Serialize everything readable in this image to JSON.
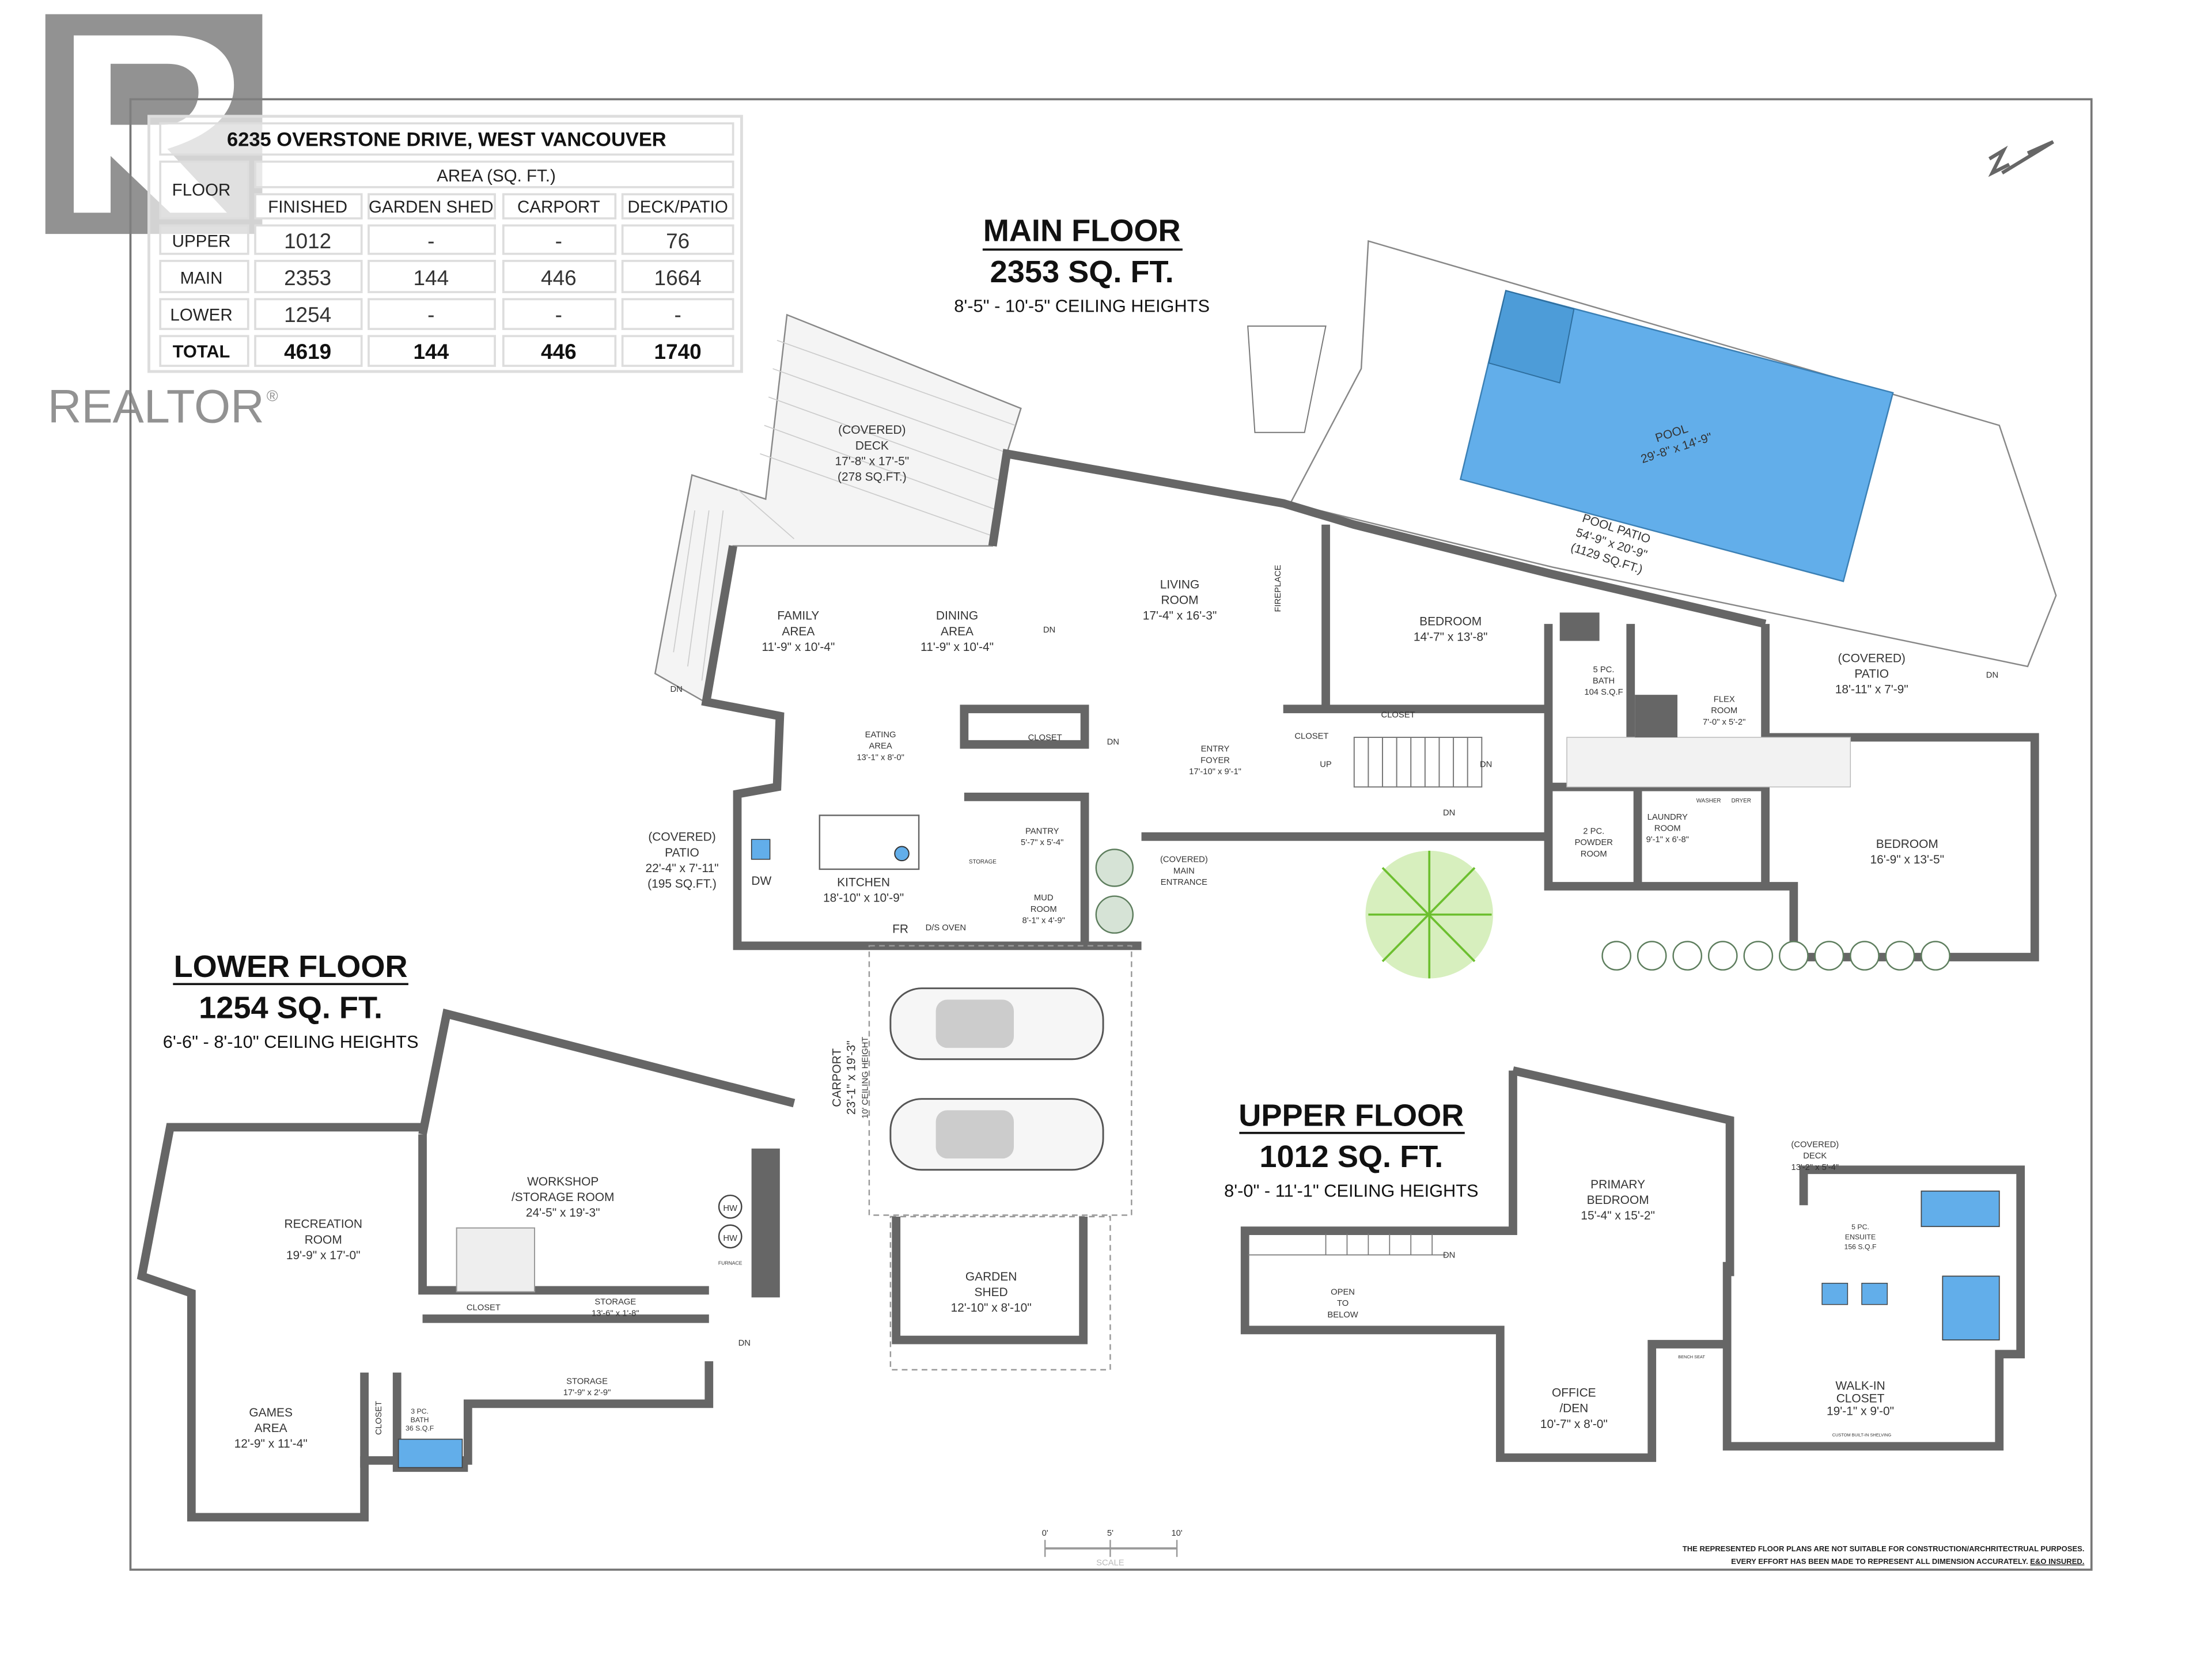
{
  "watermark": {
    "brand": "REALTOR",
    "color": "#7f7f7f"
  },
  "area_table": {
    "address": "6235 OVERSTONE DRIVE, WEST VANCOUVER",
    "area_header": "AREA (SQ. FT.)",
    "floor_header": "FLOOR",
    "columns": [
      "FINISHED",
      "GARDEN SHED",
      "CARPORT",
      "DECK/PATIO"
    ],
    "rows": [
      {
        "floor": "UPPER",
        "values": [
          "1012",
          "-",
          "-",
          "76"
        ]
      },
      {
        "floor": "MAIN",
        "values": [
          "2353",
          "144",
          "446",
          "1664"
        ]
      },
      {
        "floor": "LOWER",
        "values": [
          "1254",
          "-",
          "-",
          "-"
        ]
      },
      {
        "floor": "TOTAL",
        "values": [
          "4619",
          "144",
          "446",
          "1740"
        ]
      }
    ]
  },
  "main_floor": {
    "title": "MAIN FLOOR",
    "area": "2353 SQ. FT.",
    "ceiling": "8'-5\" - 10'-5\" CEILING HEIGHTS",
    "rooms": [
      {
        "name": "(COVERED)",
        "name2": "DECK",
        "dims": "17'-8\" x 17'-5\"",
        "extra": "(278 SQ.FT.)"
      },
      {
        "name": "FAMILY",
        "name2": "AREA",
        "dims": "11'-9\" x 10'-4\""
      },
      {
        "name": "DINING",
        "name2": "AREA",
        "dims": "11'-9\" x 10'-4\""
      },
      {
        "name": "LIVING",
        "name2": "ROOM",
        "dims": "17'-4\" x 16'-3\""
      },
      {
        "name": "BEDROOM",
        "dims": "14'-7\" x 13'-8\""
      },
      {
        "name": "POOL",
        "dims": "29'-8\" x 14'-9\""
      },
      {
        "name": "POOL PATIO",
        "dims": "54'-9\" x 20'-9\"",
        "extra": "(1129 SQ.FT.)"
      },
      {
        "name": "5 PC.",
        "name2": "BATH",
        "dims": "104 S.Q.F"
      },
      {
        "name": "FLEX",
        "name2": "ROOM",
        "dims": "7'-0\" x 5'-2\""
      },
      {
        "name": "(COVERED)",
        "name2": "PATIO",
        "dims": "18'-11\" x 7'-9\""
      },
      {
        "name": "EATING",
        "name2": "AREA",
        "dims": "13'-1\" x 8'-0\""
      },
      {
        "name": "ENTRY",
        "name2": "FOYER",
        "dims": "17'-10\" x 9'-1\""
      },
      {
        "name": "(COVERED)",
        "name2": "PATIO",
        "dims": "22'-4\" x 7'-11\"",
        "extra": "(195 SQ.FT.)"
      },
      {
        "name": "KITCHEN",
        "dims": "18'-10\" x 10'-9\""
      },
      {
        "name": "PANTRY",
        "dims": "5'-7\" x 5'-4\""
      },
      {
        "name": "MUD",
        "name2": "ROOM",
        "dims": "8'-1\" x 4'-9\""
      },
      {
        "name": "(COVERED)",
        "name2": "MAIN",
        "dims": "ENTRANCE"
      },
      {
        "name": "2 PC.",
        "name2": "POWDER",
        "dims": "ROOM"
      },
      {
        "name": "LAUNDRY",
        "name2": "ROOM",
        "dims": "9'-1\" x 6'-8\""
      },
      {
        "name": "BEDROOM",
        "dims": "16'-9\" x 13'-5\""
      },
      {
        "name": "CARPORT",
        "dims": "23'-1\" x 19'-3\"",
        "extra": "10' CEILING HEIGHT"
      },
      {
        "name": "GARDEN",
        "name2": "SHED",
        "dims": "12'-10\" x 8'-10\""
      }
    ],
    "fixtures": {
      "fireplace": "FIREPLACE",
      "closet": "CLOSET",
      "dn": "DN",
      "up": "UP",
      "fridge": "FR",
      "dishwasher": "DW",
      "oven": "D/S OVEN",
      "storage": "STORAGE",
      "washer": "WASHER",
      "dryer": "DRYER"
    }
  },
  "lower_floor": {
    "title": "LOWER FLOOR",
    "area": "1254 SQ. FT.",
    "ceiling": "6'-6\" - 8'-10\" CEILING HEIGHTS",
    "rooms": [
      {
        "name": "WORKSHOP",
        "name2": "/STORAGE ROOM",
        "dims": "24'-5\" x 19'-3\""
      },
      {
        "name": "RECREATION",
        "name2": "ROOM",
        "dims": "19'-9\" x 17'-0\""
      },
      {
        "name": "STORAGE",
        "dims": "13'-6\" x 1'-8\""
      },
      {
        "name": "STORAGE",
        "dims": "17'-9\" x 2'-9\""
      },
      {
        "name": "GAMES",
        "name2": "AREA",
        "dims": "12'-9\" x 11'-4\""
      },
      {
        "name": "3 PC.",
        "name2": "BATH",
        "dims": "36 S.Q.F"
      }
    ],
    "fixtures": {
      "hot_water": "HW",
      "furnace": "FURNACE",
      "closet": "CLOSET",
      "dn": "DN"
    }
  },
  "upper_floor": {
    "title": "UPPER FLOOR",
    "area": "1012 SQ. FT.",
    "ceiling": "8'-0\" - 11'-1\" CEILING HEIGHTS",
    "rooms": [
      {
        "name": "PRIMARY",
        "name2": "BEDROOM",
        "dims": "15'-4\" x 15'-2\""
      },
      {
        "name": "(COVERED)",
        "name2": "DECK",
        "dims": "13'-2\" x 5'-4\""
      },
      {
        "name": "5 PC.",
        "name2": "ENSUITE",
        "dims": "156 S.Q.F"
      },
      {
        "name": "OPEN",
        "name2": "TO",
        "dims": "BELOW"
      },
      {
        "name": "OFFICE",
        "name2": "/DEN",
        "dims": "10'-7\" x 8'-0\""
      },
      {
        "name": "WALK-IN",
        "name2": "CLOSET",
        "dims": "19'-1\" x 9'-0\""
      }
    ],
    "fixtures": {
      "dn": "DN",
      "shelving": "CUSTOM BUILT-IN SHELVING",
      "bench": "BENCH SEAT"
    }
  },
  "scale_bar": {
    "ticks": [
      "0'",
      "5'",
      "10'"
    ],
    "label": "SCALE"
  },
  "disclaimer": {
    "line1": "THE REPRESENTED FLOOR PLANS ARE NOT SUITABLE FOR CONSTRUCTION/ARCHRITECTRUAL PURPOSES.",
    "line2": "EVERY EFFORT HAS BEEN MADE TO REPRESENT ALL DIMENSION ACCURATELY.",
    "insured": "E&O INSURED."
  },
  "colors": {
    "wall": "#666666",
    "pool": "#62aeea",
    "tree": "#6cbf2f",
    "shrub": "#5e7e5e"
  }
}
